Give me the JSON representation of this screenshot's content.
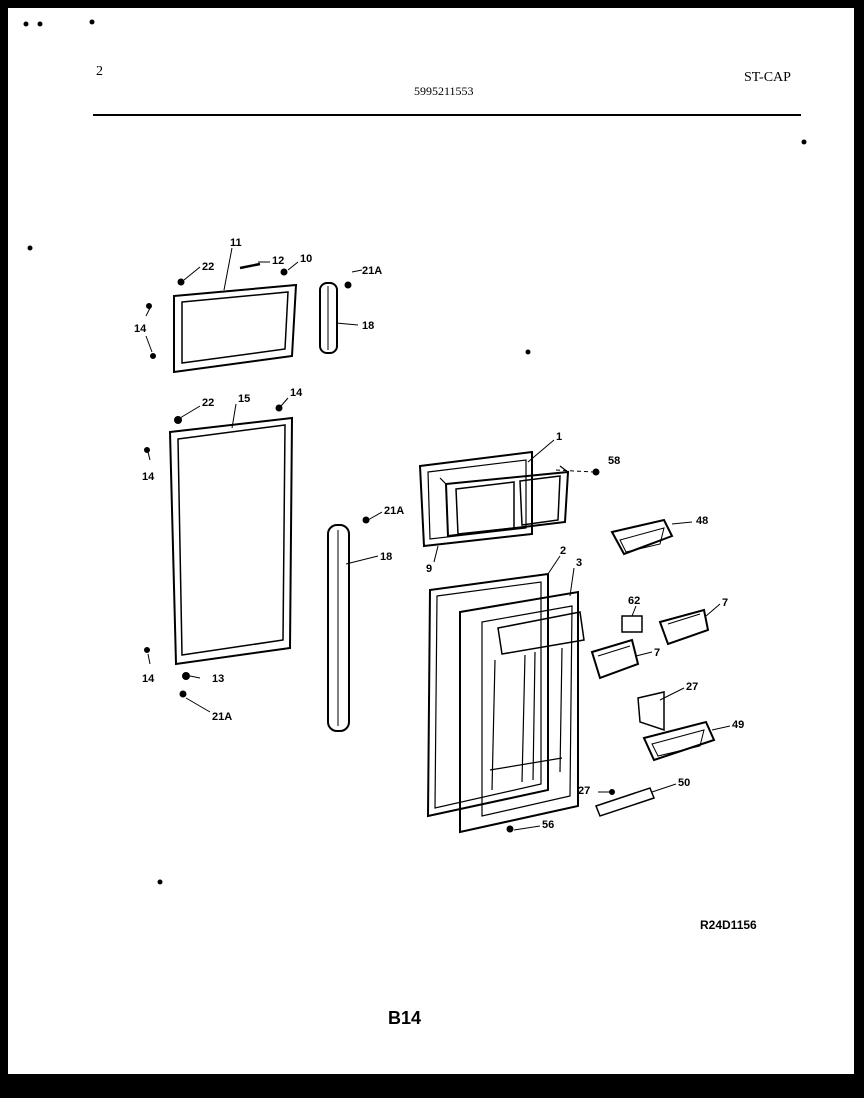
{
  "header": {
    "page_number": "2",
    "part_number": "5995211553",
    "model_code": "ST-CAP"
  },
  "diagram": {
    "callouts": {
      "c11": "11",
      "c22a": "22",
      "c12": "12",
      "c10": "10",
      "c21a_top": "21A",
      "c14a": "14",
      "c18a": "18",
      "c22b": "22",
      "c15": "15",
      "c14b": "14",
      "c14c": "14",
      "c21a_mid": "21A",
      "c18b": "18",
      "c14d": "14",
      "c13": "13",
      "c21a_bot": "21A",
      "c1": "1",
      "c58": "58",
      "c48": "48",
      "c9": "9",
      "c2": "2",
      "c3": "3",
      "c62": "62",
      "c7a": "7",
      "c7b": "7",
      "c27a": "27",
      "c49": "49",
      "c27b": "27",
      "c50": "50",
      "c56": "56"
    }
  },
  "footer": {
    "reference_code": "R24D1156",
    "page_code": "B14"
  }
}
